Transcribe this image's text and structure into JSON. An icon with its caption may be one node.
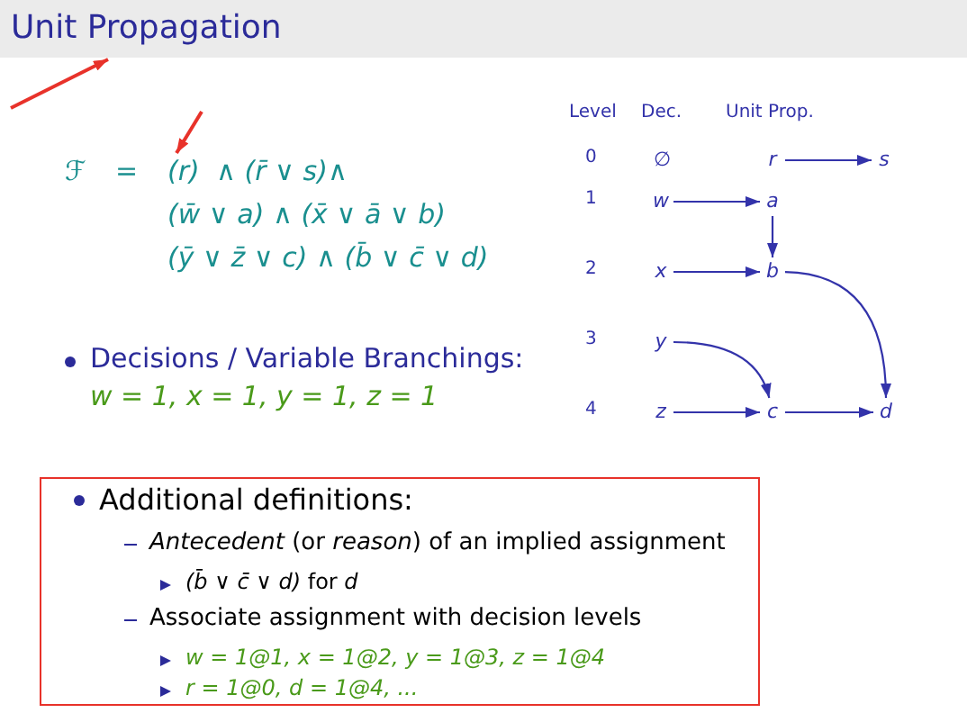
{
  "diagram": {
    "nodes": [
      {
        "text": [
          "Unit Propagation"
        ]
      },
      {
        "text": [
          "(r)"
        ]
      },
      {
        "text": [
          "r"
        ]
      },
      {
        "text": [
          "s"
        ]
      },
      {
        "text": [
          "w"
        ]
      },
      {
        "text": [
          "a"
        ]
      },
      {
        "text": [
          "x"
        ]
      },
      {
        "text": [
          "b"
        ]
      },
      {
        "text": [
          "y"
        ]
      },
      {
        "text": [
          "z"
        ]
      },
      {
        "text": [
          "c"
        ]
      },
      {
        "text": [
          "d"
        ]
      },
      {
        "text": [
          "Additional definitions:",
          "*Antecedent* (or *reason*) of an implied assignment",
          "*(b̄ ∨ c̄ ∨ d)* for *d*",
          "Associate assignment with decision levels",
          "w = 1@1, x = 1@2, y = 1@3, z = 1@4",
          "r = 1@0, d = 1@4, ..."
        ]
      }
    ],
    "edges": [
      {
        "from": null,
        "to": 0,
        "arrow": "to",
        "color": "#e8322a"
      },
      {
        "from": null,
        "to": 1,
        "arrow": "to",
        "color": "#e8322a"
      },
      {
        "from": 2,
        "to": 3,
        "arrow": "to"
      },
      {
        "from": 4,
        "to": 5,
        "arrow": "to"
      },
      {
        "from": 5,
        "to": 7,
        "arrow": "to"
      },
      {
        "from": 6,
        "to": 7,
        "arrow": "to"
      },
      {
        "from": 7,
        "to": 11,
        "arrow": "to"
      },
      {
        "from": 8,
        "to": 10,
        "arrow": "to"
      },
      {
        "from": 9,
        "to": 10,
        "arrow": "to"
      },
      {
        "from": 10,
        "to": 11,
        "arrow": "to"
      }
    ],
    "labels": [
      "ℱ",
      "=",
      "∧ (r̄ ∨ s)∧",
      "(w̄ ∨ a) ∧ (x̄ ∨ ā ∨ b)",
      "(ȳ ∨ z̄ ∨ c) ∧ (b̄ ∨ c̄ ∨ d)",
      "Decisions / Variable Branchings:",
      "w = 1, x = 1, y = 1, z = 1",
      "Level",
      "Dec.",
      "Unit Prop.",
      "0",
      "∅",
      "1",
      "2",
      "3",
      "4"
    ]
  }
}
